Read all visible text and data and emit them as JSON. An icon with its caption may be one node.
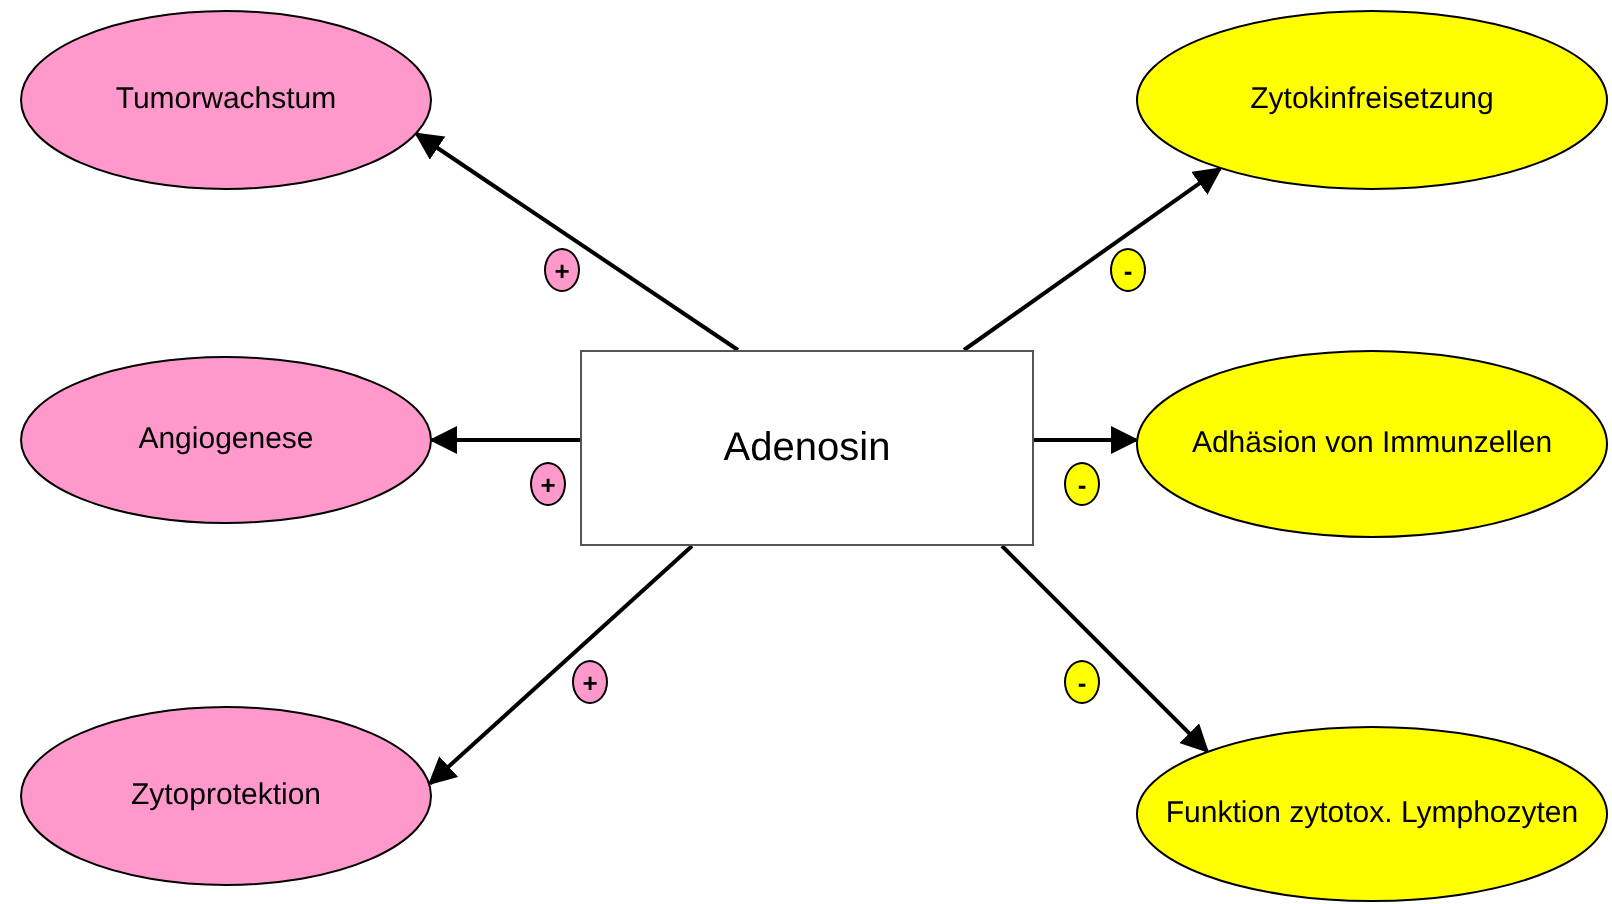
{
  "diagram": {
    "nodes": [
      {
        "text": [
          "Tumorwachstum"
        ]
      },
      {
        "text": [
          "Zytokinfreisetzung"
        ]
      },
      {
        "text": [
          "Angiogenese"
        ]
      },
      {
        "text": [
          "Adenosin"
        ]
      },
      {
        "text": [
          "Adhäsion von Immunzellen"
        ]
      },
      {
        "text": [
          "Zytoprotektion"
        ]
      },
      {
        "text": [
          "Funktion zytotox. Lymphozyten"
        ]
      }
    ],
    "edges": [
      {
        "from": 3,
        "to": 0,
        "arrow": "to",
        "label": "+"
      },
      {
        "from": 3,
        "to": 1,
        "arrow": "to",
        "label": "-"
      },
      {
        "from": 3,
        "to": 2,
        "arrow": "to",
        "label": "+"
      },
      {
        "from": 3,
        "to": 4,
        "arrow": "to",
        "label": "-"
      },
      {
        "from": 3,
        "to": 5,
        "arrow": "to",
        "label": "+"
      },
      {
        "from": 3,
        "to": 6,
        "arrow": "to",
        "label": "-"
      }
    ]
  }
}
